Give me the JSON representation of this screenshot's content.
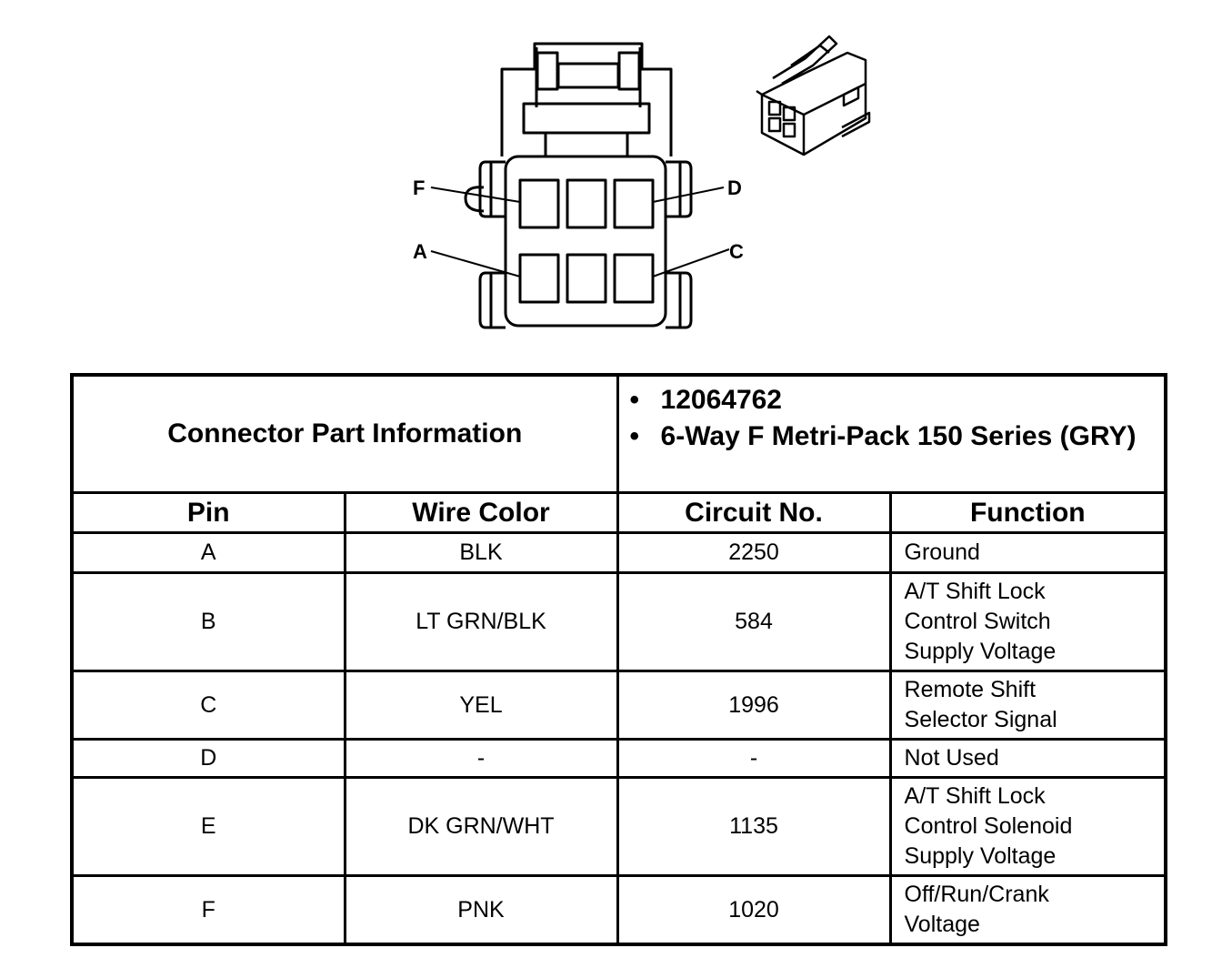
{
  "diagram": {
    "pin_labels": [
      "F",
      "D",
      "A",
      "C"
    ]
  },
  "connector_info": {
    "label": "Connector Part Information",
    "items": [
      "12064762",
      "6-Way F Metri-Pack 150 Series (GRY)"
    ]
  },
  "table": {
    "headers": {
      "pin": "Pin",
      "wire_color": "Wire Color",
      "circuit": "Circuit No.",
      "function": "Function"
    },
    "rows": [
      {
        "pin": "A",
        "wire_color": "BLK",
        "circuit": "2250",
        "function": [
          "Ground"
        ]
      },
      {
        "pin": "B",
        "wire_color": "LT GRN/BLK",
        "circuit": "584",
        "function": [
          "A/T Shift Lock",
          "Control Switch",
          "Supply Voltage"
        ]
      },
      {
        "pin": "C",
        "wire_color": "YEL",
        "circuit": "1996",
        "function": [
          "Remote Shift",
          "Selector Signal"
        ]
      },
      {
        "pin": "D",
        "wire_color": "-",
        "circuit": "-",
        "function": [
          "Not Used"
        ]
      },
      {
        "pin": "E",
        "wire_color": "DK GRN/WHT",
        "circuit": "1135",
        "function": [
          "A/T Shift Lock",
          "Control Solenoid",
          "Supply Voltage"
        ]
      },
      {
        "pin": "F",
        "wire_color": "PNK",
        "circuit": "1020",
        "function": [
          "Off/Run/Crank",
          "Voltage"
        ]
      }
    ]
  }
}
